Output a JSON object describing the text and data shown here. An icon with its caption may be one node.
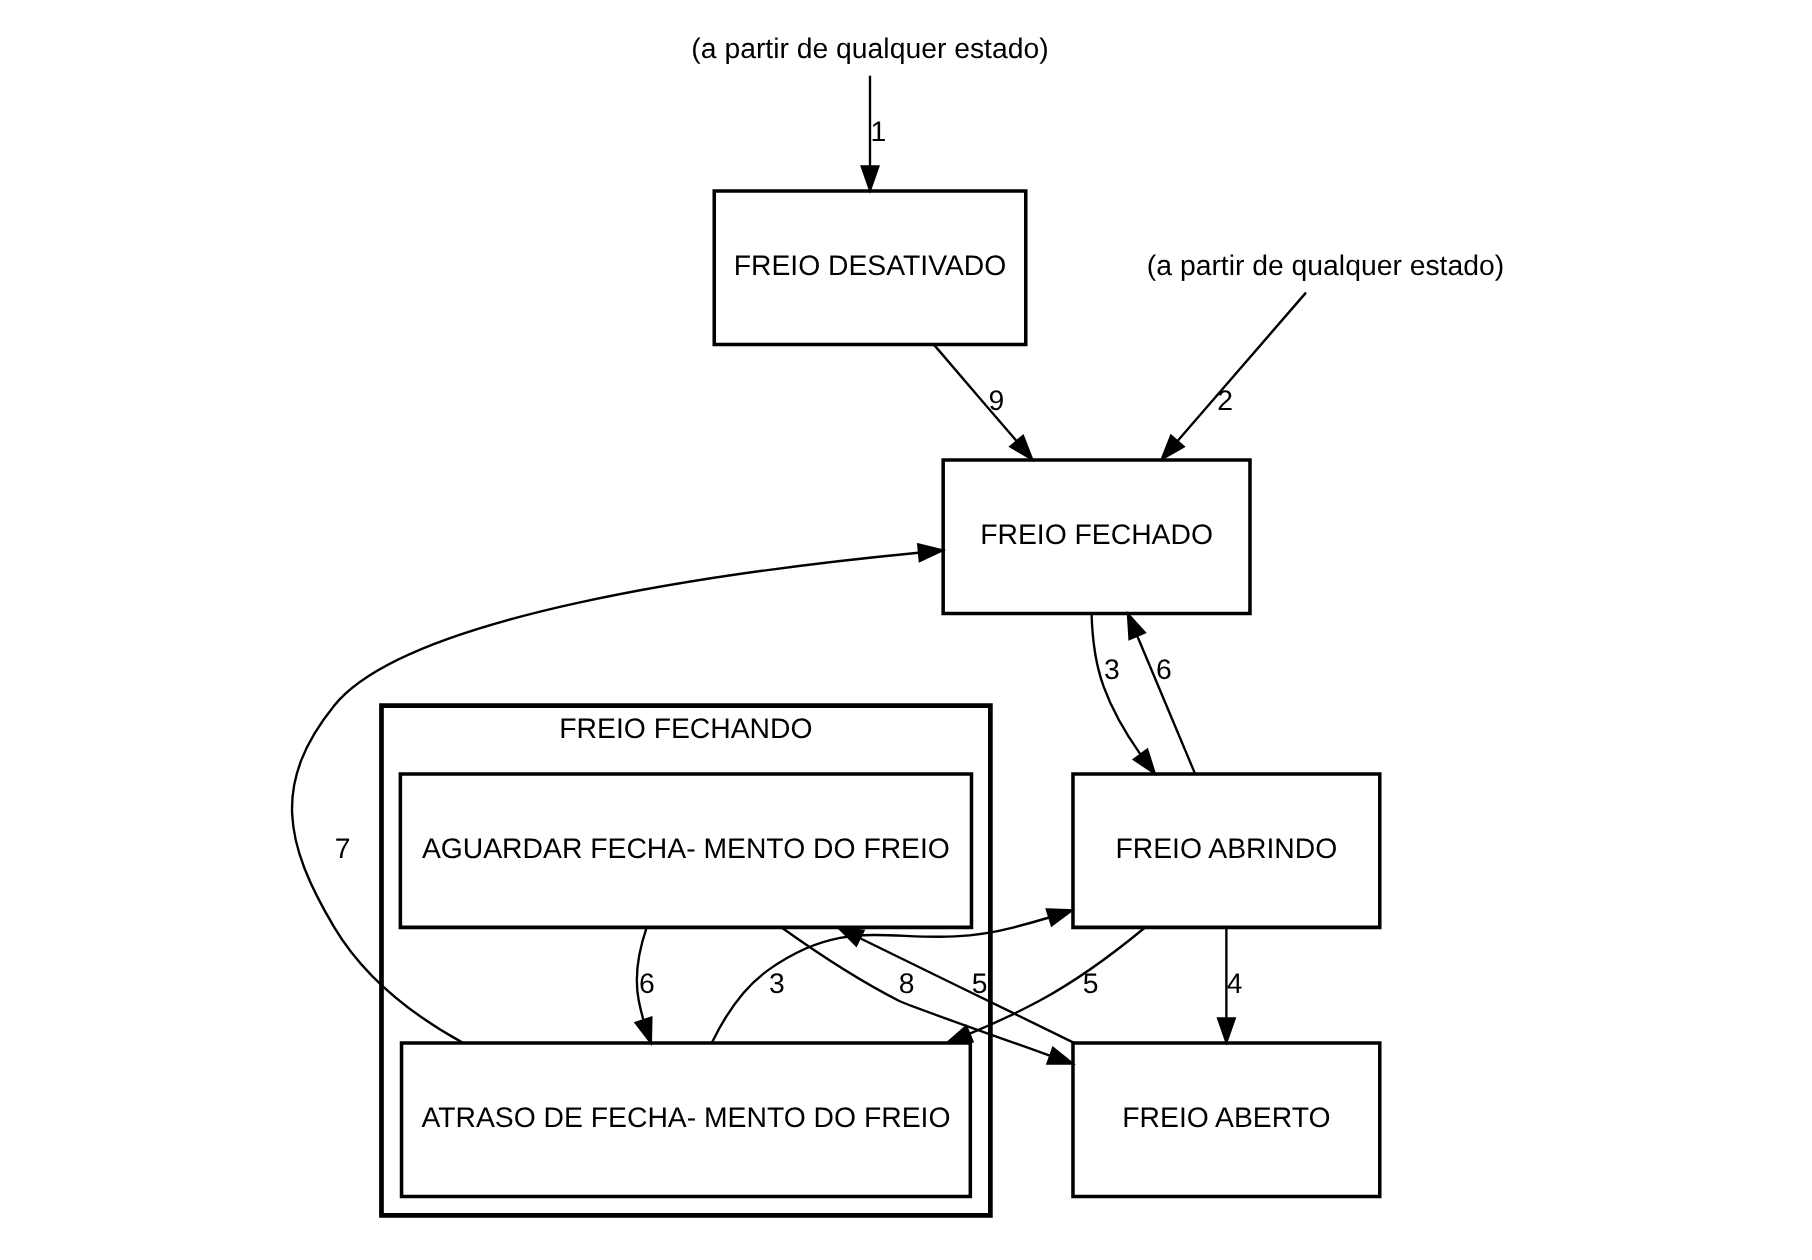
{
  "diagram": {
    "nodes": [
      {
        "text": [
          "(a partir de qualquer estado)"
        ]
      },
      {
        "text": [
          "(a partir de qualquer estado)"
        ]
      },
      {
        "text": [
          "FREIO DESATIVADO"
        ]
      },
      {
        "text": [
          "FREIO FECHADO"
        ]
      },
      {
        "text": [
          "FREIO ABRINDO"
        ]
      },
      {
        "text": [
          "FREIO FECHANDO"
        ]
      },
      {
        "text": [
          "ATRASO DE FECHA- MENTO DO FREIO"
        ],
        "in": 5
      },
      {
        "text": [
          "AGUARDAR FECHA- MENTO DO FREIO"
        ],
        "in": 5
      },
      {
        "text": [
          "FREIO ABERTO"
        ]
      }
    ],
    "edges": [
      {
        "from": 0,
        "to": 2,
        "arrow": "to",
        "label": "1"
      },
      {
        "from": 1,
        "to": 3,
        "arrow": "to",
        "label": "2"
      },
      {
        "from": 2,
        "to": 3,
        "arrow": "to",
        "label": "9"
      },
      {
        "from": 3,
        "to": 4,
        "arrow": "to",
        "label": "3"
      },
      {
        "from": 4,
        "to": 3,
        "arrow": "to",
        "label": "6"
      },
      {
        "from": 6,
        "to": 4,
        "arrow": "to",
        "label": "3"
      },
      {
        "from": 4,
        "to": 6,
        "arrow": "to",
        "label": "5"
      },
      {
        "from": 4,
        "to": 8,
        "arrow": "to",
        "label": "4"
      },
      {
        "from": 6,
        "to": 3,
        "arrow": "to",
        "label": "7"
      },
      {
        "from": 7,
        "to": 6,
        "arrow": "to",
        "label": "6"
      },
      {
        "from": 8,
        "to": 7,
        "arrow": "to",
        "label": "5"
      },
      {
        "from": 7,
        "to": 8,
        "arrow": "to",
        "label": "8"
      }
    ]
  }
}
